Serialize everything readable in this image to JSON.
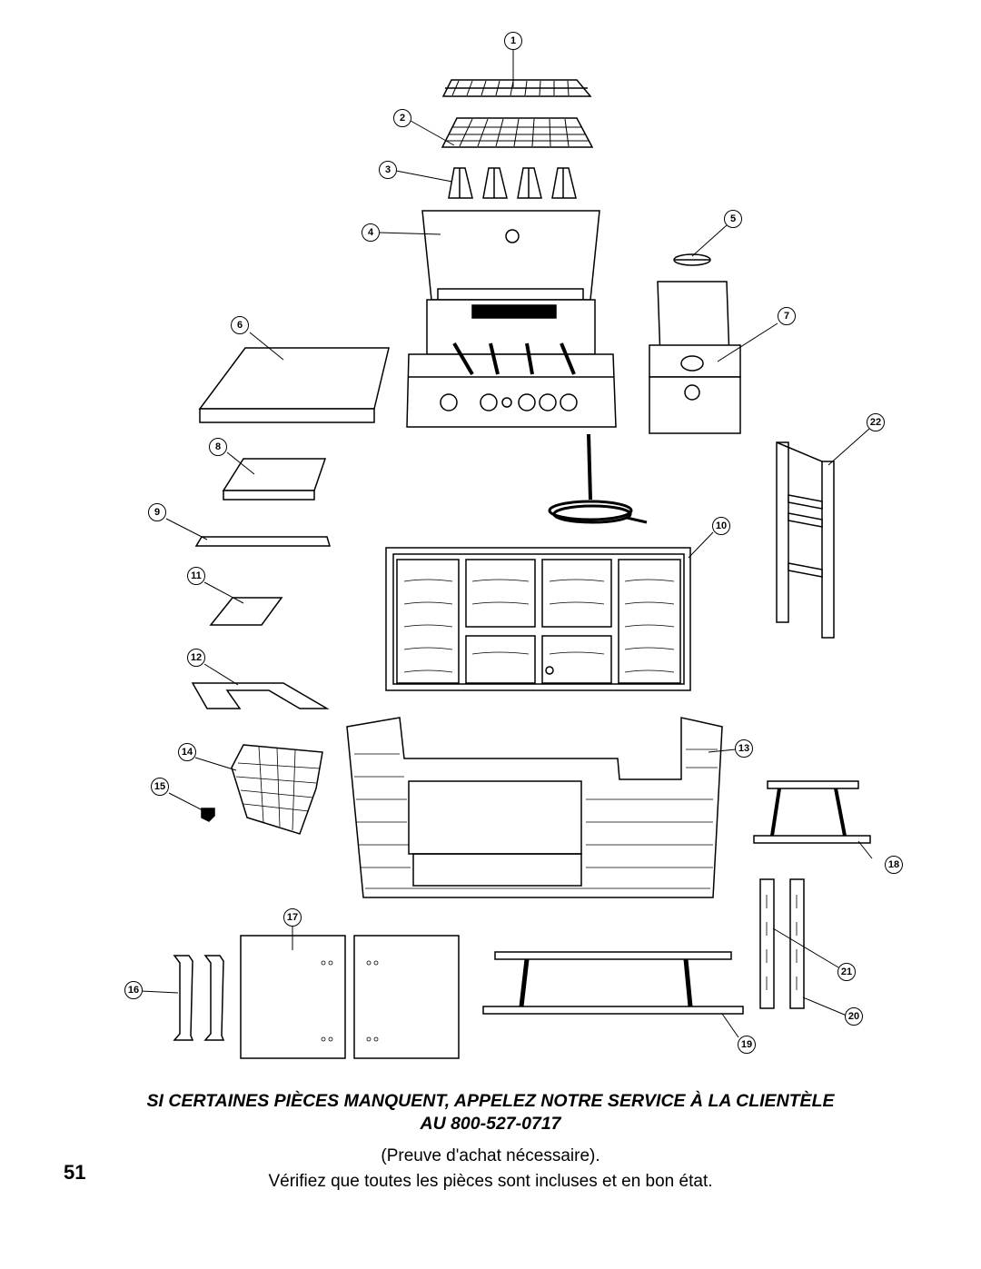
{
  "callouts": [
    "1",
    "2",
    "3",
    "4",
    "5",
    "6",
    "7",
    "8",
    "9",
    "10",
    "11",
    "12",
    "13",
    "14",
    "15",
    "16",
    "17",
    "18",
    "19",
    "20",
    "21",
    "22"
  ],
  "notice": {
    "line1": "SI CERTAINES PIÈCES MANQUENT, APPELEZ NOTRE SERVICE À LA CLIENTÈLE",
    "line2": "AU 800-527-0717",
    "proof": "(Preuve d'achat nécessaire).",
    "check": "Vérifiez que toutes les pièces sont incluses et en bon état."
  },
  "page_number": "51"
}
